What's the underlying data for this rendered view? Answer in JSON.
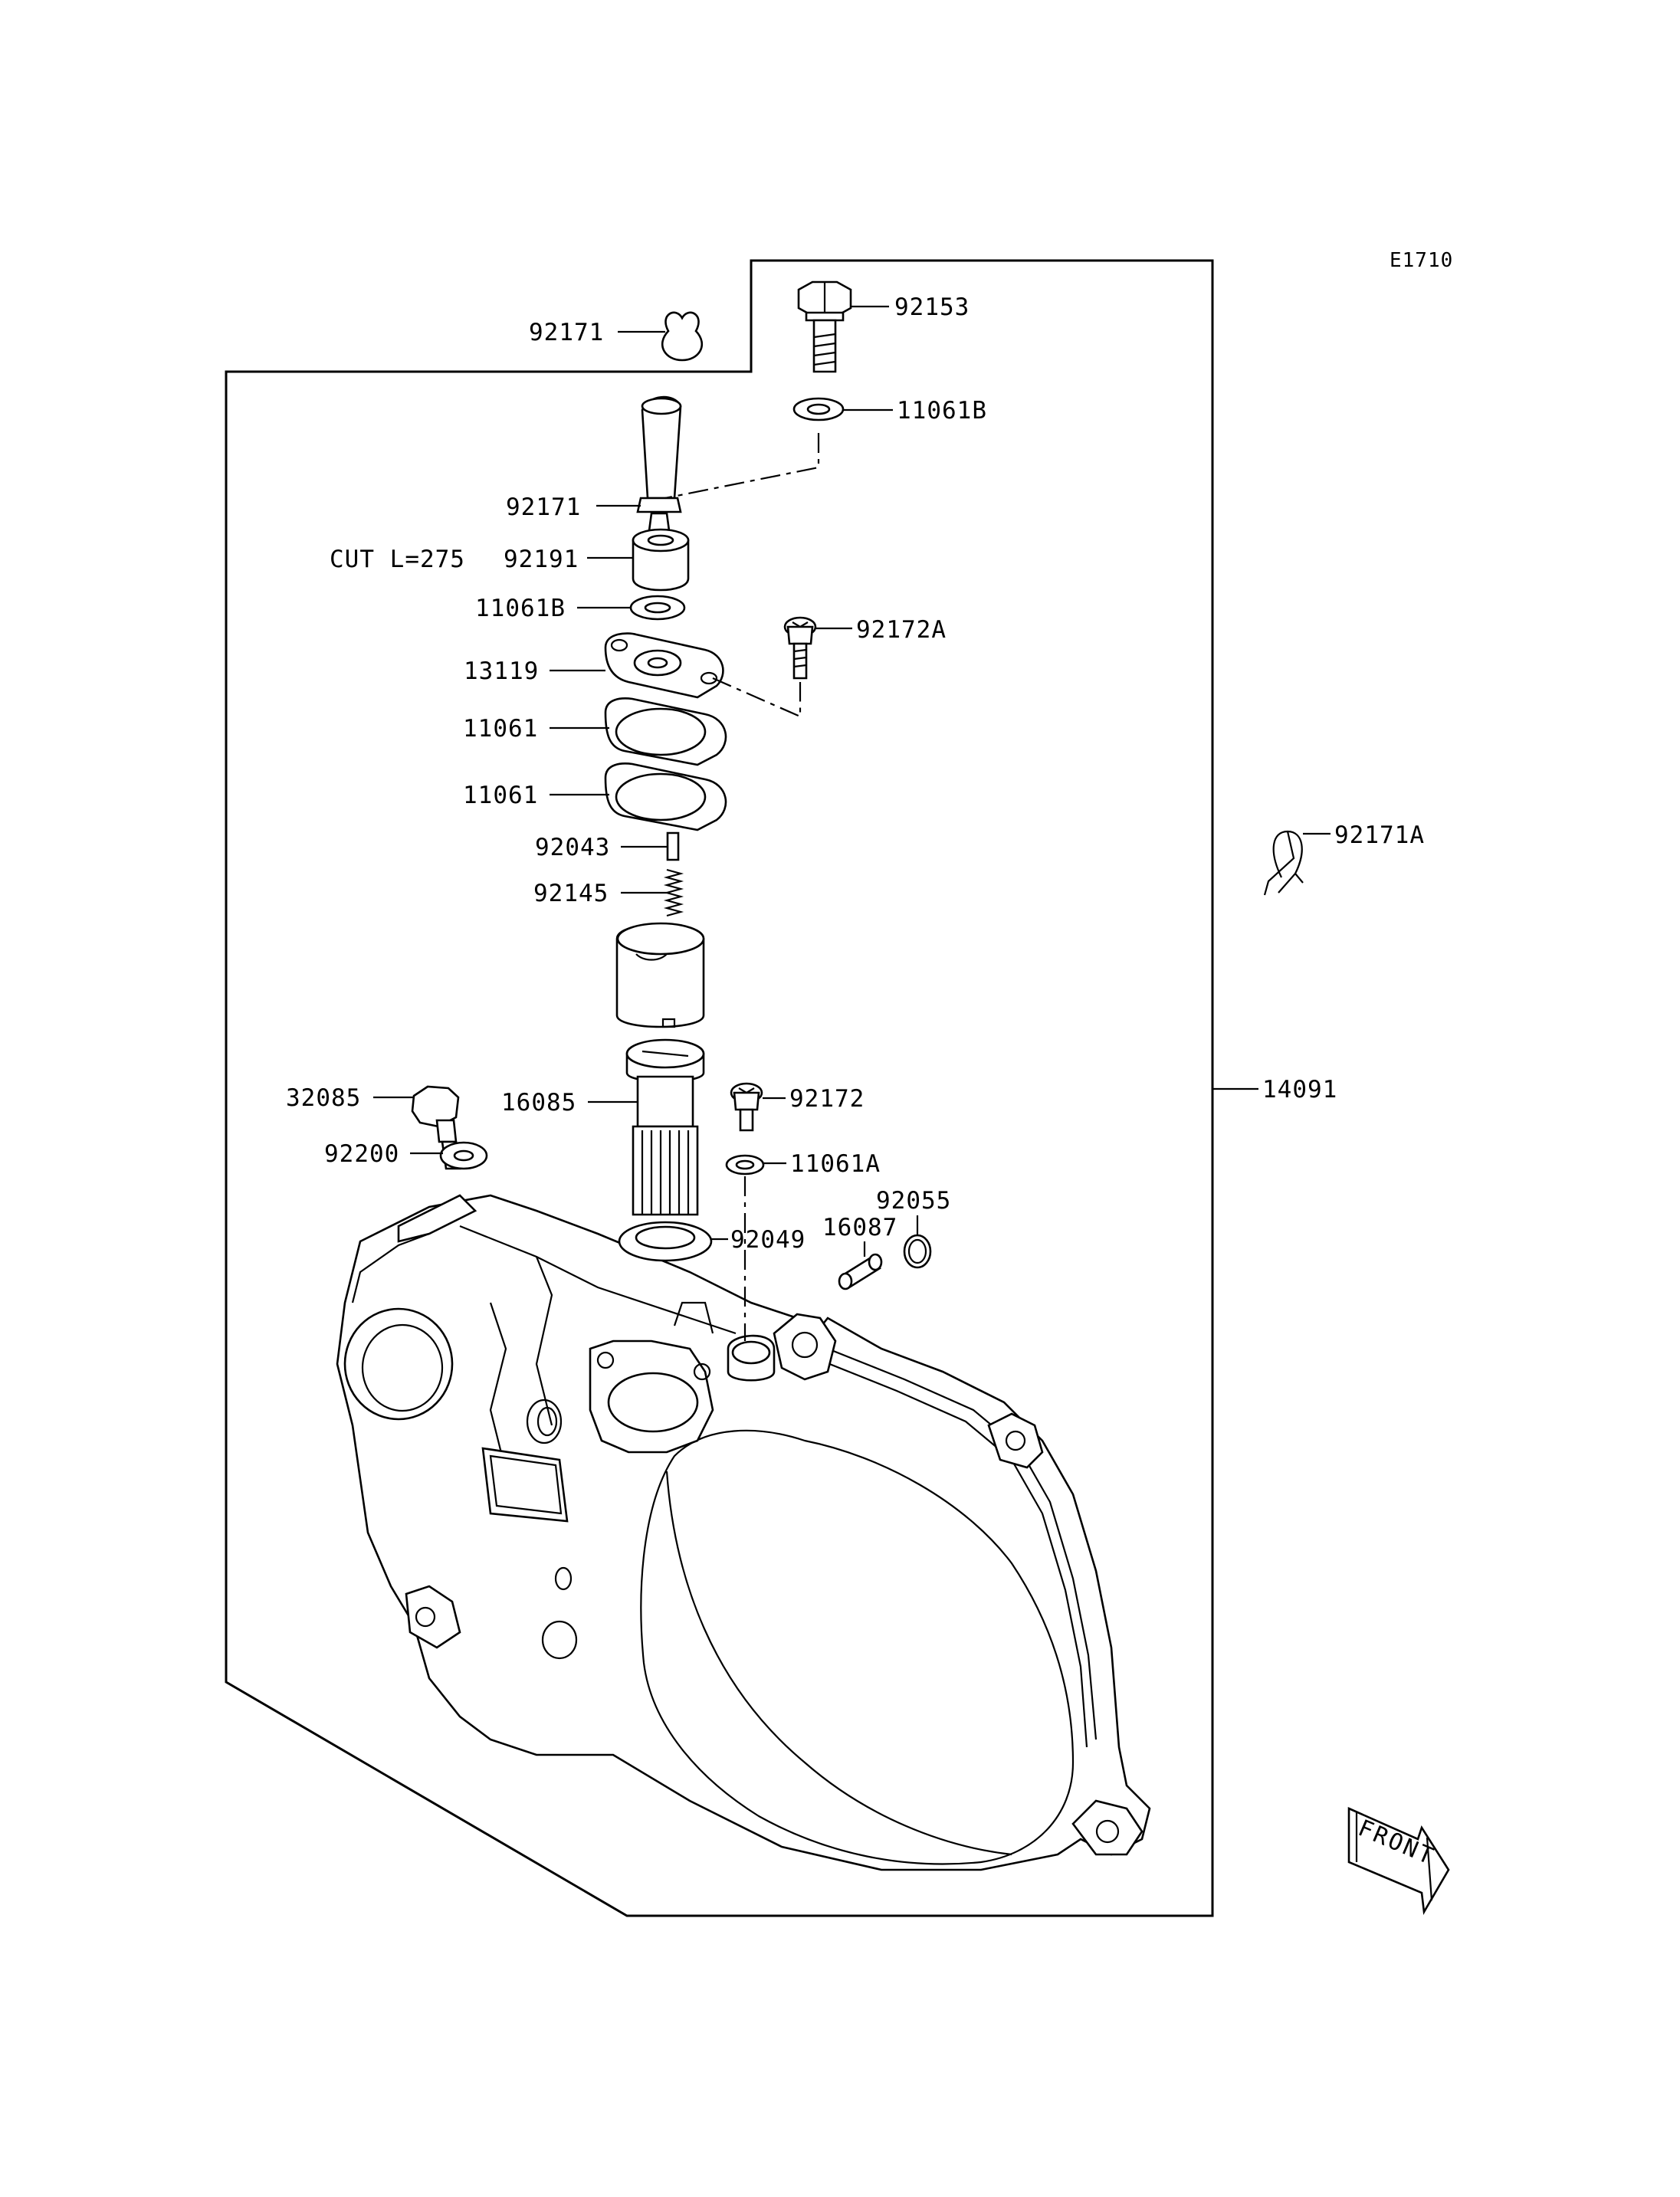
{
  "diagram_code": "E1710",
  "note": "CUT L=275",
  "front_label": "FRONT",
  "parts": {
    "p92171_top": "92171",
    "p92153": "92153",
    "p11061B_top": "11061B",
    "p92171_hose": "92171",
    "p92191": "92191",
    "p11061B_mid": "11061B",
    "p92172A": "92172A",
    "p13119": "13119",
    "p11061_a": "11061",
    "p11061_b": "11061",
    "p92043": "92043",
    "p92145": "92145",
    "p92171A": "92171A",
    "p32085": "32085",
    "p16085": "16085",
    "p92172": "92172",
    "p14091": "14091",
    "p92200": "92200",
    "p11061A": "11061A",
    "p92055": "92055",
    "p16087": "16087",
    "p92049": "92049"
  }
}
